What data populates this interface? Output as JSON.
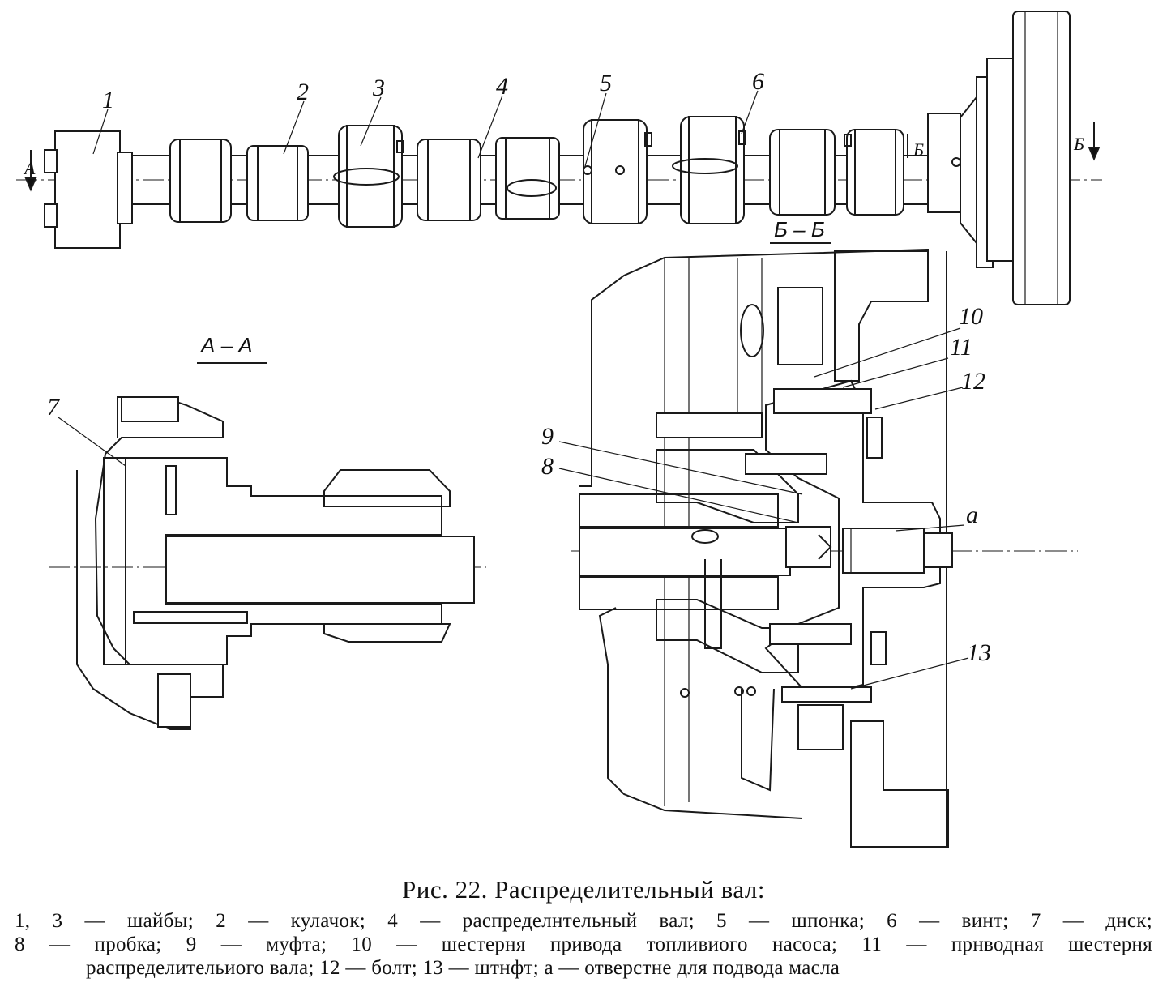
{
  "figure": {
    "caption": "Рис. 22. Распределительный вал:",
    "legend_line1": "1, 3 — шайбы; 2 — кулачок; 4 — распределнтельный вал; 5 — шпонка; 6 — винт; 7 — днск;",
    "legend_line2": "8 — пробка; 9 — муфта; 10 — шестерня привода топливиого насоса; 11 — прнводная шестерня",
    "legend_line3": "распределительиого вала; 12 — болт; 13 — штнфт; a — отверстне для подвода масла"
  },
  "section_labels": {
    "section_a": "А – А",
    "section_b": "Б – Б",
    "arrow_a": "А",
    "arrow_b": "Б"
  },
  "callouts": [
    "1",
    "2",
    "3",
    "4",
    "5",
    "6",
    "7",
    "8",
    "9",
    "10",
    "11",
    "12",
    "13",
    "a"
  ]
}
